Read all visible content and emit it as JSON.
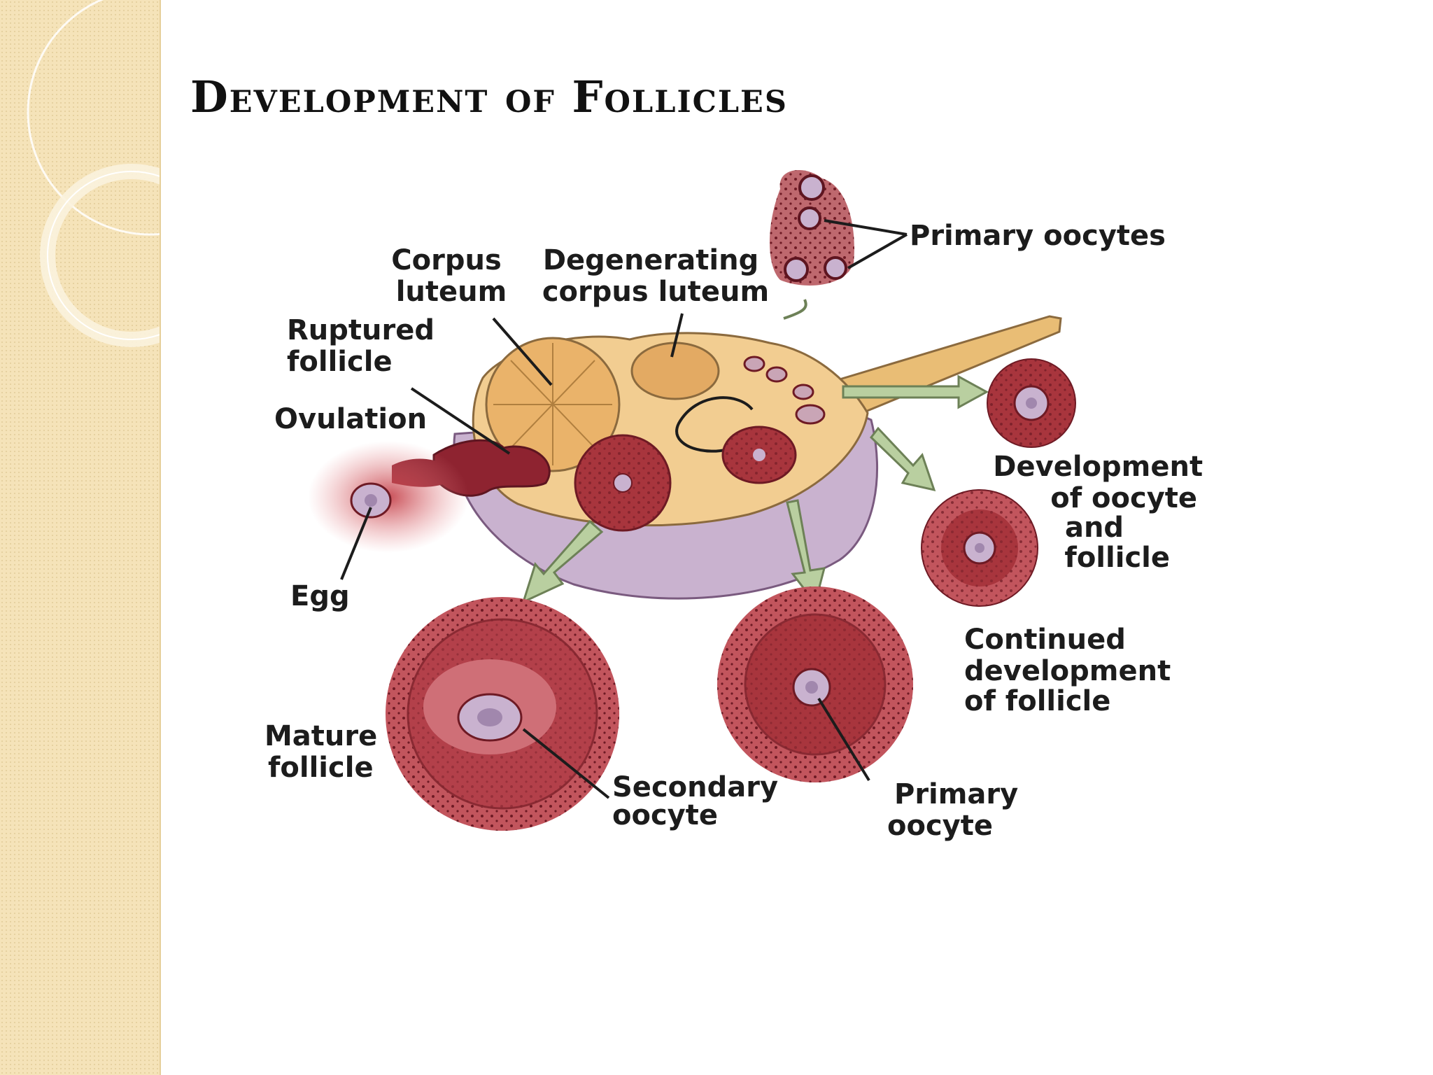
{
  "slide": {
    "title": "Development of Follicles"
  },
  "diagram": {
    "labels": {
      "corpus_luteum": [
        "Corpus",
        "luteum"
      ],
      "degenerating_corpus_luteum": [
        "Degenerating",
        "corpus luteum"
      ],
      "primary_oocytes": [
        "Primary oocytes"
      ],
      "ruptured_follicle": [
        "Ruptured",
        "follicle"
      ],
      "ovulation": [
        "Ovulation"
      ],
      "development_of_oocyte_and_follicle": [
        "Development",
        "of oocyte",
        "and",
        "follicle"
      ],
      "egg": [
        "Egg"
      ],
      "continued_development_of_follicle": [
        "Continued",
        "development",
        "of follicle"
      ],
      "mature_follicle": [
        "Mature",
        "follicle"
      ],
      "secondary_oocyte": [
        "Secondary",
        "oocyte"
      ],
      "primary_oocyte": [
        "Primary",
        "oocyte"
      ]
    }
  },
  "colors": {
    "sidebar_bg": "#f5e3b9",
    "ovary_tissue": "#f0c98a",
    "ovary_base": "#c9b2cf",
    "follicle_red": "#a8353d",
    "arrow_green": "#b9cfa0"
  }
}
